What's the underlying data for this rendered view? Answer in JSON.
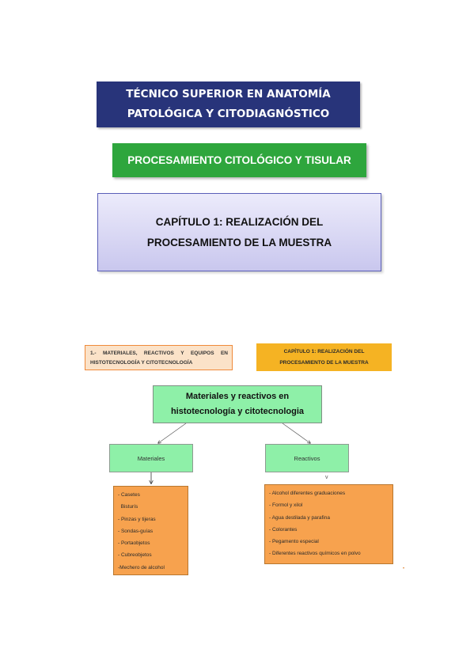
{
  "header": {
    "title_line1": "TÉCNICO SUPERIOR EN ANATOMÍA",
    "title_line2": "PATOLÓGICA Y CITODIAGNÓSTICO",
    "subject": "PROCESAMIENTO CITOLÓGICO Y TISULAR",
    "chapter_line1": "CAPÍTULO 1: REALIZACIÓN DEL",
    "chapter_line2": "PROCESAMIENTO DE LA MUESTRA"
  },
  "diagram": {
    "section_label": {
      "line1": [
        "1.-",
        "MATERIALES,",
        "REACTIVOS",
        "Y",
        "EQUIPOS",
        "EN"
      ],
      "line2": "HISTOTECNOLOGÍA Y CITOTECNOLOGÍA"
    },
    "chapter_badge": {
      "line1": "CAPÍTULO 1: REALIZACIÓN DEL",
      "line2": "PROCESAMIENTO DE LA MUESTRA"
    },
    "central_node": {
      "line1": "Materiales y reactivos en",
      "line2": "histotecnología y citotecnologia"
    },
    "materiales": {
      "label": "Materiales",
      "items": [
        "- Casetes",
        "  Bisturís",
        "- Pinzas y tijeras",
        "- Sondas-guías",
        "- Portaobjetos",
        "- Cubreobjetos",
        "-Mechero de alcohol"
      ]
    },
    "reactivos": {
      "label": "Reactivos",
      "items": [
        "- Alcohol diferentes graduaciones",
        "- Formol y xilol",
        "- Agua destilada y parafina",
        "- Colorantes",
        "- Pegamento especial",
        "- Diferentes reactivos químicos en polvo"
      ]
    }
  },
  "colors": {
    "title_bg": "#28347a",
    "subject_bg": "#2ea63d",
    "chapter_bg": "#c9c7ee",
    "node_green": "#8ef0a8",
    "list_orange": "#f7a24e",
    "badge_yellow": "#f5b323"
  }
}
